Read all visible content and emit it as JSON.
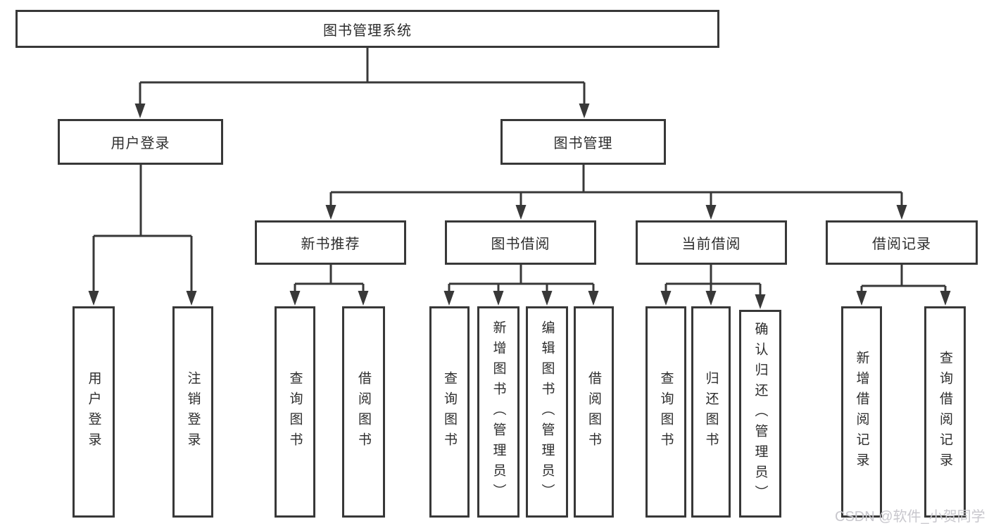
{
  "tree": {
    "root": {
      "label": "图书管理系统",
      "children": [
        {
          "label": "用户登录",
          "children": [
            {
              "label": "用户登录"
            },
            {
              "label": "注销登录"
            }
          ]
        },
        {
          "label": "图书管理",
          "children": [
            {
              "label": "新书推荐",
              "children": [
                {
                  "label": "查询图书"
                },
                {
                  "label": "借阅图书"
                }
              ]
            },
            {
              "label": "图书借阅",
              "children": [
                {
                  "label": "查询图书"
                },
                {
                  "label": "新增图书（管理员）"
                },
                {
                  "label": "编辑图书（管理员）"
                },
                {
                  "label": "借阅图书"
                }
              ]
            },
            {
              "label": "当前借阅",
              "children": [
                {
                  "label": "查询图书"
                },
                {
                  "label": "归还图书"
                },
                {
                  "label": "确认归还（管理员）"
                }
              ]
            },
            {
              "label": "借阅记录",
              "children": [
                {
                  "label": "新增借阅记录"
                },
                {
                  "label": "查询借阅记录"
                }
              ]
            }
          ]
        }
      ]
    }
  },
  "watermark": {
    "text": "CSDN @软件_小贺同学"
  },
  "colors": {
    "line": "#383838",
    "text": "#2d2d2d",
    "watermark": "#c8c7cd",
    "background": "#ffffff"
  }
}
